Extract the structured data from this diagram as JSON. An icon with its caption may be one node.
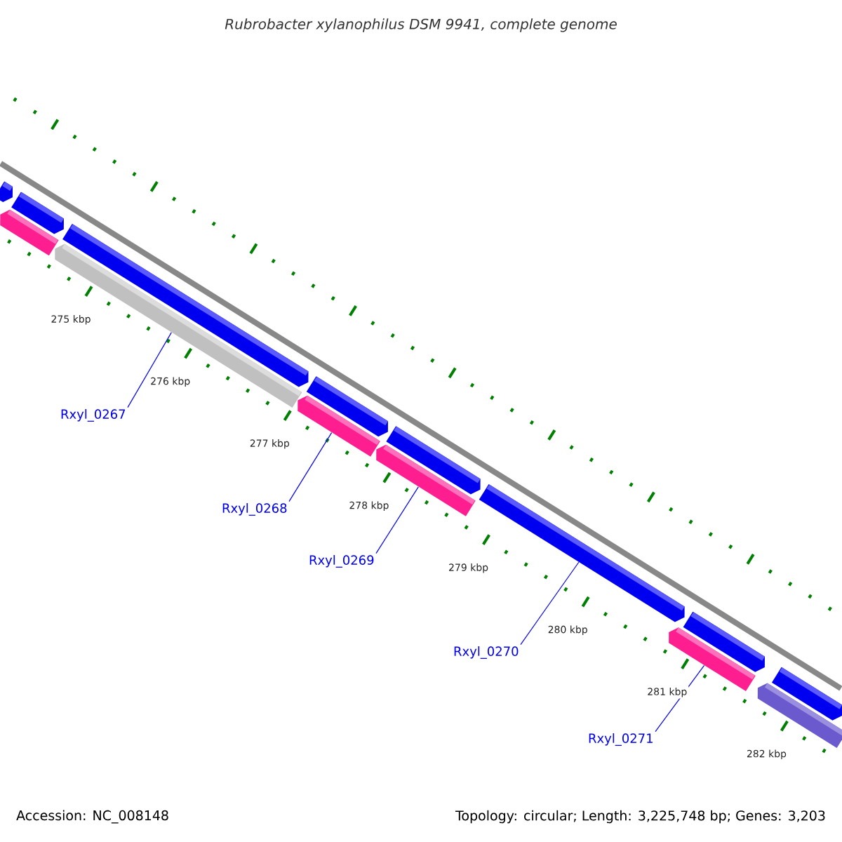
{
  "diagram": {
    "title": "Rubrobacter xylanophilus DSM 9941, complete genome",
    "nodes": [
      {
        "text": [],
        "shape": "bar"
      },
      {
        "text": [],
        "shape": "bar"
      },
      {
        "text": [],
        "shape": "bar"
      },
      {
        "text": [],
        "shape": "bar"
      },
      {
        "text": [],
        "shape": "bar"
      },
      {
        "text": [],
        "shape": "bar"
      },
      {
        "text": [],
        "shape": "bar"
      },
      {
        "text": [],
        "shape": "bar"
      },
      {
        "text": [],
        "shape": "bar"
      },
      {
        "text": [],
        "shape": "bar"
      },
      {
        "text": [],
        "shape": "bar"
      },
      {
        "text": [],
        "shape": "bar"
      },
      {
        "text": [],
        "shape": "bar"
      },
      {
        "text": [],
        "shape": "bar"
      },
      {
        "text": [
          "Rxyl_0267"
        ]
      },
      {
        "text": [
          "Rxyl_0268"
        ]
      },
      {
        "text": [
          "Rxyl_0269"
        ]
      },
      {
        "text": [
          "Rxyl_0270"
        ]
      },
      {
        "text": [
          "Rxyl_0271"
        ]
      }
    ],
    "edges": [
      {
        "from": 14,
        "to": 9,
        "arrow": "none"
      },
      {
        "from": 15,
        "to": 10,
        "arrow": "none"
      },
      {
        "from": 16,
        "to": 11,
        "arrow": "none"
      },
      {
        "from": 17,
        "to": 5,
        "arrow": "none"
      },
      {
        "from": 18,
        "to": 12,
        "arrow": "none"
      }
    ],
    "labels": [
      "275 kbp",
      "276 kbp",
      "277 kbp",
      "278 kbp",
      "279 kbp",
      "280 kbp",
      "281 kbp",
      "282 kbp",
      "Accession: NC_008148",
      "Topology: circular; Length: 3,225,748 bp; Genes: 3,203"
    ]
  }
}
